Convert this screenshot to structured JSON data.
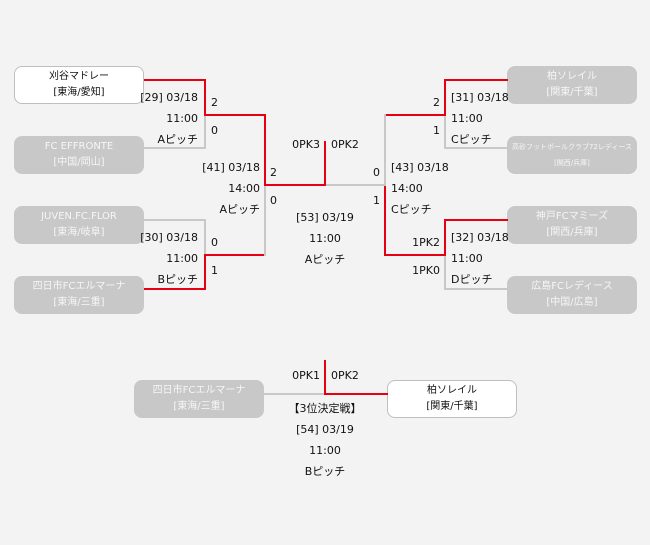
{
  "colors": {
    "winner_line": "#e60012",
    "loser_line": "#c8c8c8",
    "loser_box": "#c8c8c8",
    "winner_box": "#ffffff"
  },
  "teams": {
    "kariya": {
      "name": "刈谷マドレー",
      "region": "[東海/愛知]"
    },
    "effronte": {
      "name": "FC EFFRONTE",
      "region": "[中国/岡山]"
    },
    "juven": {
      "name": "JUVEN.FC.FLOR",
      "region": "[東海/岐阜]"
    },
    "yokkaichi": {
      "name": "四日市FCエルマーナ",
      "region": "[東海/三重]"
    },
    "kashiwa": {
      "name": "柏ソレイル",
      "region": "[関東/千葉]"
    },
    "takasago": {
      "name": "高砂フットボールクラブ72レディース",
      "region": "[関西/兵庫]"
    },
    "kobe": {
      "name": "神戸FCマミーズ",
      "region": "[関西/兵庫]"
    },
    "hiroshima": {
      "name": "広島FCレディース",
      "region": "[中国/広島]"
    },
    "third_left": {
      "name": "四日市FCエルマーナ",
      "region": "[東海/三重]"
    },
    "third_right": {
      "name": "柏ソレイル",
      "region": "[関東/千葉]"
    }
  },
  "matches": {
    "m29": {
      "info": "[29] 03/18",
      "time": "11:00",
      "pitch": "Aピッチ",
      "score_top": "2",
      "score_bottom": "0"
    },
    "m30": {
      "info": "[30] 03/18",
      "time": "11:00",
      "pitch": "Bピッチ",
      "score_top": "0",
      "score_bottom": "1"
    },
    "m31": {
      "info": "[31] 03/18",
      "time": "11:00",
      "pitch": "Cピッチ",
      "score_top": "2",
      "score_bottom": "1"
    },
    "m32": {
      "info": "[32] 03/18",
      "time": "11:00",
      "pitch": "Dピッチ",
      "score_top": "1PK2",
      "score_bottom": "1PK0"
    },
    "m41": {
      "info": "[41] 03/18",
      "time": "14:00",
      "pitch": "Aピッチ",
      "score_top": "2",
      "score_bottom": "0"
    },
    "m43": {
      "info": "[43] 03/18",
      "time": "14:00",
      "pitch": "Cピッチ",
      "score_top": "0",
      "score_bottom": "1"
    },
    "m53": {
      "info": "[53] 03/19",
      "time": "11:00",
      "pitch": "Aピッチ",
      "score_left": "0PK3",
      "score_right": "0PK2"
    },
    "m54": {
      "title": "【3位決定戦】",
      "info": "[54] 03/19",
      "time": "11:00",
      "pitch": "Bピッチ",
      "score_left": "0PK1",
      "score_right": "0PK2"
    }
  }
}
